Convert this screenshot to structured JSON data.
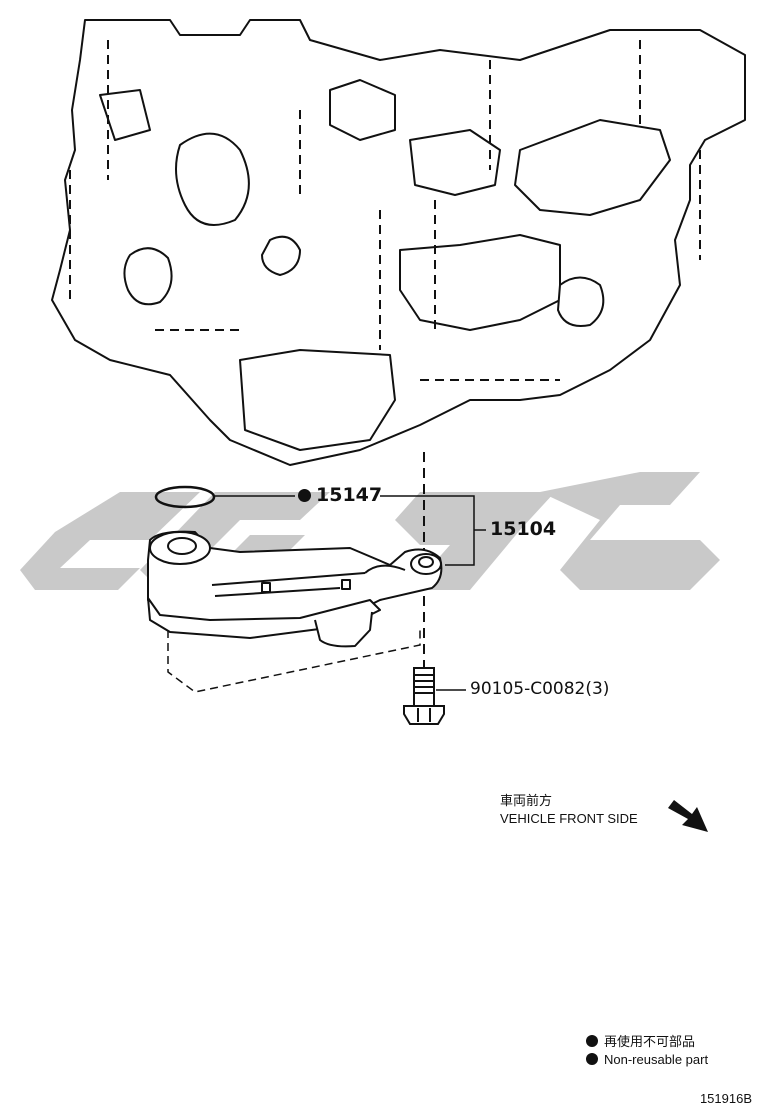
{
  "callouts": {
    "oring": {
      "part_no": "15147",
      "non_reusable": true
    },
    "strainer": {
      "part_no": "15104"
    },
    "bolt": {
      "part_no": "90105-C0082(3)"
    }
  },
  "direction": {
    "label_jp": "車両前方",
    "label_en": "VEHICLE FRONT SIDE"
  },
  "legend": {
    "label_jp": "再使用不可部品",
    "label_en": "Non-reusable part"
  },
  "figure_number": "151916B",
  "colors": {
    "line": "#111111",
    "watermark": "#c8c8c8"
  }
}
